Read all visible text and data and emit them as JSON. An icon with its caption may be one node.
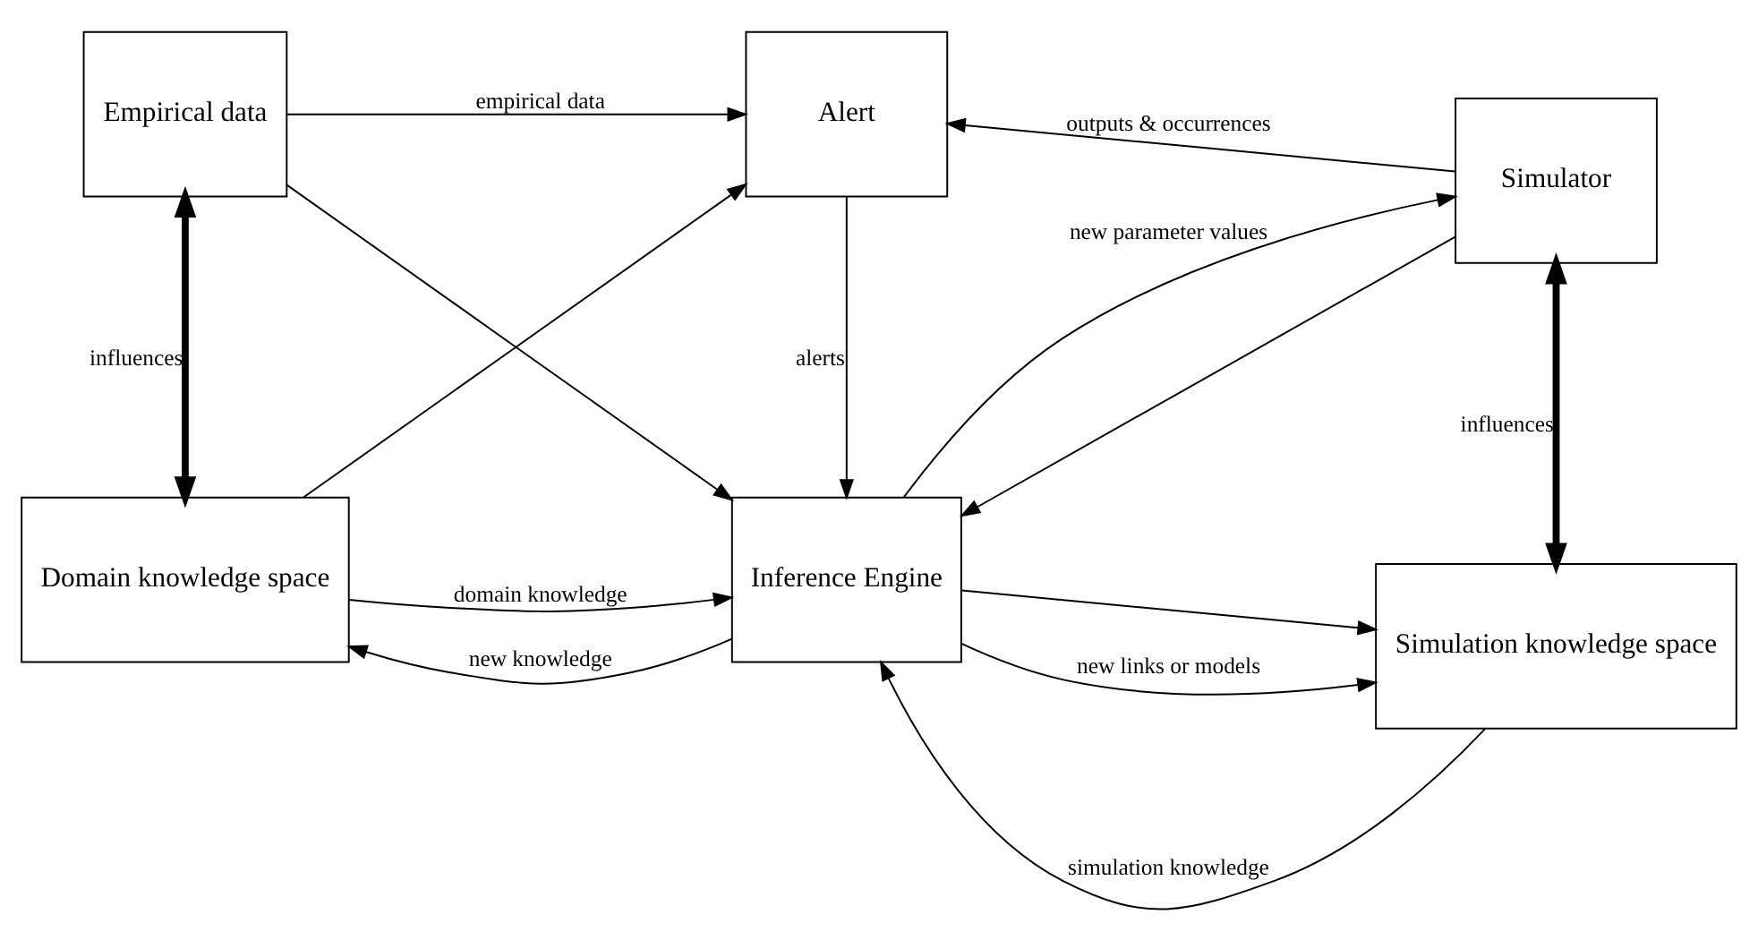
{
  "diagram": {
    "nodes": [
      {
        "text": [
          "Empirical data"
        ]
      },
      {
        "text": [
          "Alert"
        ]
      },
      {
        "text": [
          "Simulator"
        ]
      },
      {
        "text": [
          "Domain knowledge space"
        ]
      },
      {
        "text": [
          "Inference Engine"
        ]
      },
      {
        "text": [
          "Simulation knowledge space"
        ]
      }
    ],
    "edges": [
      {
        "from": 0,
        "to": 1,
        "arrow": "to",
        "label": "empirical data"
      },
      {
        "from": 0,
        "to": 4,
        "arrow": "to"
      },
      {
        "from": 0,
        "to": 3,
        "arrow": "both",
        "style": "thick",
        "label": "influences"
      },
      {
        "from": 3,
        "to": 4,
        "arrow": "to",
        "label": "domain knowledge"
      },
      {
        "from": 3,
        "to": 1,
        "arrow": "to"
      },
      {
        "from": 2,
        "to": 1,
        "arrow": "to",
        "label": "outputs & occurrences"
      },
      {
        "from": 2,
        "to": 4,
        "arrow": "to"
      },
      {
        "from": 1,
        "to": 4,
        "arrow": "to",
        "label": "alerts"
      },
      {
        "from": 4,
        "to": 2,
        "arrow": "to",
        "label": "new parameter values"
      },
      {
        "from": 4,
        "to": 5,
        "arrow": "to"
      },
      {
        "from": 2,
        "to": 5,
        "arrow": "both",
        "style": "thick",
        "label": "influences"
      },
      {
        "from": 5,
        "to": 4,
        "arrow": "to",
        "label": "simulation knowledge"
      },
      {
        "from": 4,
        "to": 3,
        "arrow": "to",
        "label": "new knowledge"
      },
      {
        "from": 4,
        "to": 5,
        "arrow": "to",
        "label": "new links or models"
      }
    ]
  }
}
